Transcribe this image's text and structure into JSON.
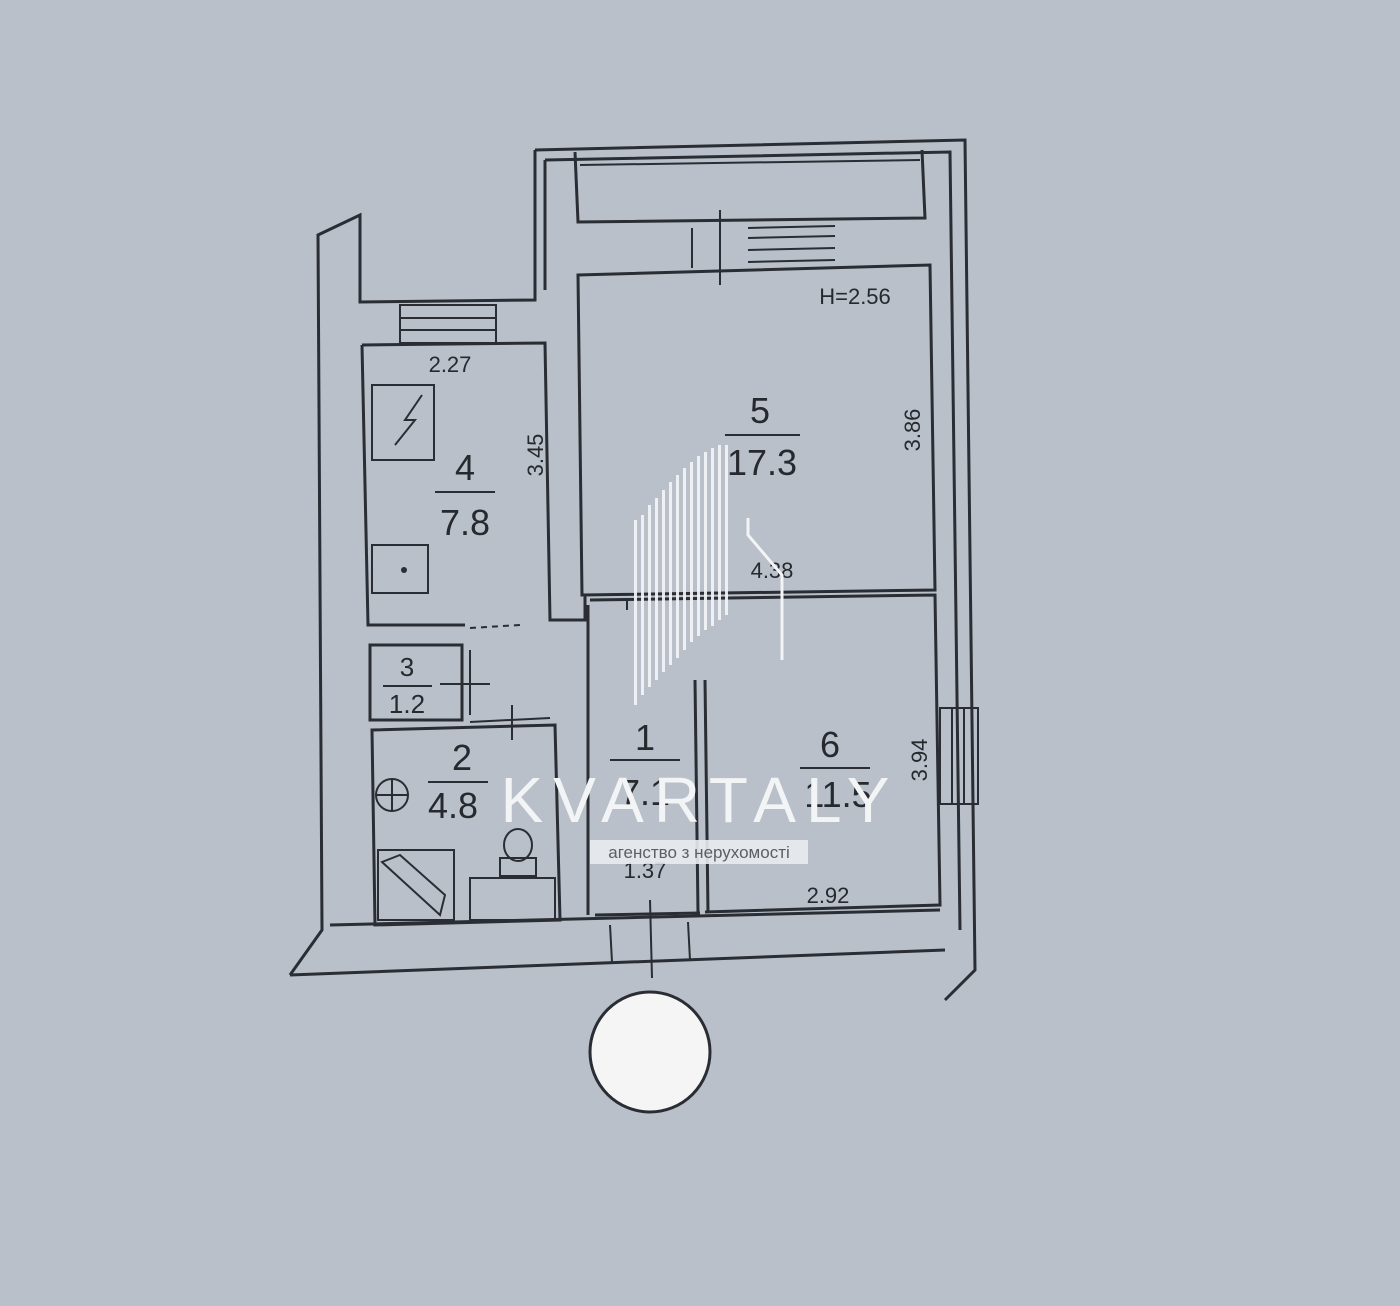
{
  "plan": {
    "height_label": "H=2.56",
    "rooms": [
      {
        "id": "room-1",
        "number": "1",
        "area": "7.1"
      },
      {
        "id": "room-2",
        "number": "2",
        "area": "4.8"
      },
      {
        "id": "room-3",
        "number": "3",
        "area": "1.2"
      },
      {
        "id": "room-4",
        "number": "4",
        "area": "7.8"
      },
      {
        "id": "room-5",
        "number": "5",
        "area": "17.3"
      },
      {
        "id": "room-6",
        "number": "6",
        "area": "11.5"
      }
    ],
    "dimensions": {
      "kitchen_width": "2.27",
      "kitchen_depth": "3.45",
      "room5_depth": "3.86",
      "room5_width": "4.38",
      "room6_depth": "3.94",
      "room6_width": "2.92",
      "hall_width": "1.37"
    }
  },
  "watermark": {
    "brand": "KVARTALY",
    "tagline": "агенство з нерухомості"
  }
}
